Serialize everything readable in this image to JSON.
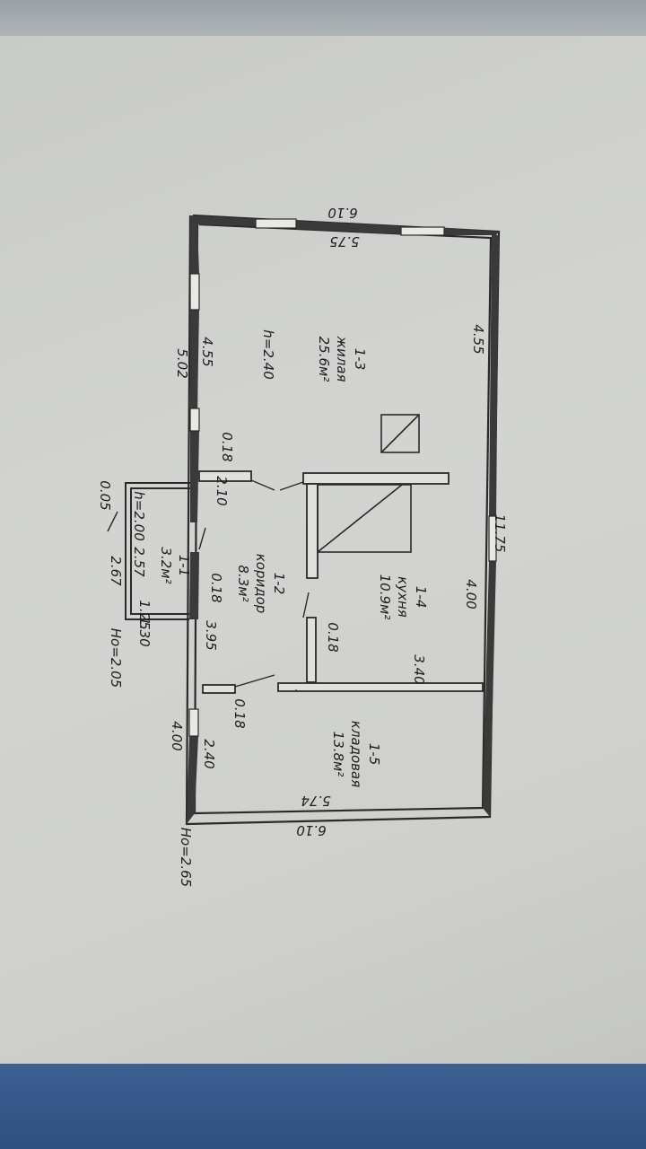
{
  "rooms": {
    "r13": {
      "num": "1-3",
      "name": "жилая",
      "area": "25.6м²",
      "h": "h=2.40"
    },
    "r14": {
      "num": "1-4",
      "name": "кухня",
      "area": "10.9м²"
    },
    "r12": {
      "num": "1-2",
      "name": "коридор",
      "area": "8.3м²"
    },
    "r11": {
      "num": "1-1",
      "area": "3.2м²",
      "h": "h=2.00"
    },
    "r15": {
      "num": "1-5",
      "name": "кладовая",
      "area": "13.8м²"
    }
  },
  "dims": {
    "top_outer": "6.10",
    "top_inner": "5.75",
    "left_upper_outer": "5.02",
    "left_upper_inner": "4.55",
    "right_upper": "4.55",
    "right_total": "11.75",
    "right_lower": "4.00",
    "wall_018_a": "0.18",
    "d210": "2.10",
    "d005": "0.05",
    "d257": "2.57",
    "d267": "2.67",
    "d125": "1.25",
    "d130": "1.30",
    "wall_018_b": "0.18",
    "d395": "3.95",
    "wall_018_c": "0.18",
    "d340": "3.40",
    "wall_018_d": "0.18",
    "left_lower_outer": "4.00",
    "left_lower_inner": "2.40",
    "bottom_inner": "5.74",
    "bottom_outer": "6.10"
  },
  "heights": {
    "h_porch": "Hо=2.05",
    "h_house": "Hо=2.65"
  }
}
